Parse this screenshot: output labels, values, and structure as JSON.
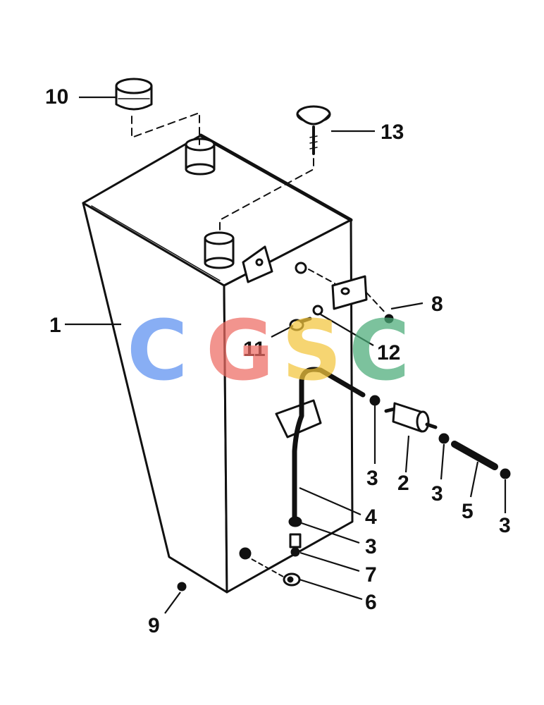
{
  "watermark": {
    "letters": [
      {
        "char": "C",
        "color": "#5b8ff0"
      },
      {
        "char": "G",
        "color": "#ee6b63"
      },
      {
        "char": "S",
        "color": "#f3c63c"
      },
      {
        "char": "C",
        "color": "#4aab78"
      }
    ]
  },
  "callouts": {
    "c1": "1",
    "c2": "2",
    "c3a": "3",
    "c3b": "3",
    "c3c": "3",
    "c3d": "3",
    "c4": "4",
    "c5": "5",
    "c6": "6",
    "c7": "7",
    "c8": "8",
    "c9": "9",
    "c10": "10",
    "c11": "11",
    "c12": "12",
    "c13": "13"
  }
}
